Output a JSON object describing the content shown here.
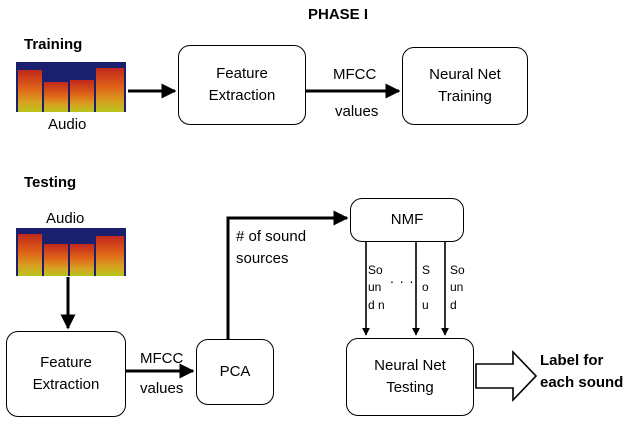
{
  "phase_title": "PHASE I",
  "training": {
    "heading": "Training",
    "audio_label": "Audio",
    "feature_box": "Feature\nExtraction",
    "mfcc_label_top": "MFCC",
    "mfcc_label_bottom": "values",
    "nn_box": "Neural Net\nTraining"
  },
  "testing": {
    "heading": "Testing",
    "audio_label": "Audio",
    "feature_box": "Feature\nExtraction",
    "mfcc_label_top": "MFCC",
    "mfcc_label_bottom": "values",
    "pca_box": "PCA",
    "sources_label": "# of sound\nsources",
    "nmf_box": "NMF",
    "sound_1": "So\nun\nd n",
    "ellipsis": ". . .",
    "sound_2": "S\no\nu",
    "sound_3": "So\nun\nd",
    "nn_box": "Neural Net\nTesting",
    "output_label": "Label for\neach sound"
  },
  "colors": {
    "spectrogram_dark": "#1a1f6e",
    "spectrogram_red": "#c0281c",
    "spectrogram_orange": "#e8741c",
    "spectrogram_yellow": "#b8c41e"
  }
}
